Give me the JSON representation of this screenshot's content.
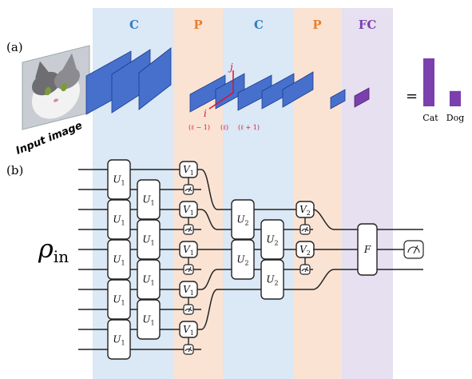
{
  "panel_a_label": "(a)",
  "panel_b_label": "(b)",
  "bands": [
    {
      "label": "C",
      "color": "#dbe8f5",
      "label_color": "#2e7fc0"
    },
    {
      "label": "P",
      "color": "#fbe3d4",
      "label_color": "#e88030"
    },
    {
      "label": "C",
      "color": "#dbe8f5",
      "label_color": "#2e7fc0"
    },
    {
      "label": "P",
      "color": "#fbe3d4",
      "label_color": "#e88030"
    },
    {
      "label": "FC",
      "color": "#e6e0f0",
      "label_color": "#7b3fae"
    }
  ],
  "input_image_label": "Input image",
  "index_labels": {
    "i": "i",
    "j": "j",
    "prev": "(ℓ − 1)",
    "curr": "(ℓ)",
    "next": "(ℓ + 1)"
  },
  "equals_sign": "=",
  "output": {
    "classes": [
      "Cat",
      "Dog"
    ],
    "values": [
      1.0,
      0.32
    ]
  },
  "colors": {
    "conv_layer": "#4670cc",
    "fc_layer": "#7b3fae",
    "index_axes": "#e0102a"
  },
  "gates": {
    "U1": "U1",
    "V1": "V1",
    "U2": "U2",
    "V2": "V2",
    "F": "F"
  },
  "input_state": {
    "symbol": "ρ",
    "subscript": "in"
  },
  "icons": {
    "measurement": "meter-icon",
    "cat_photo": "cat-photo-icon"
  }
}
